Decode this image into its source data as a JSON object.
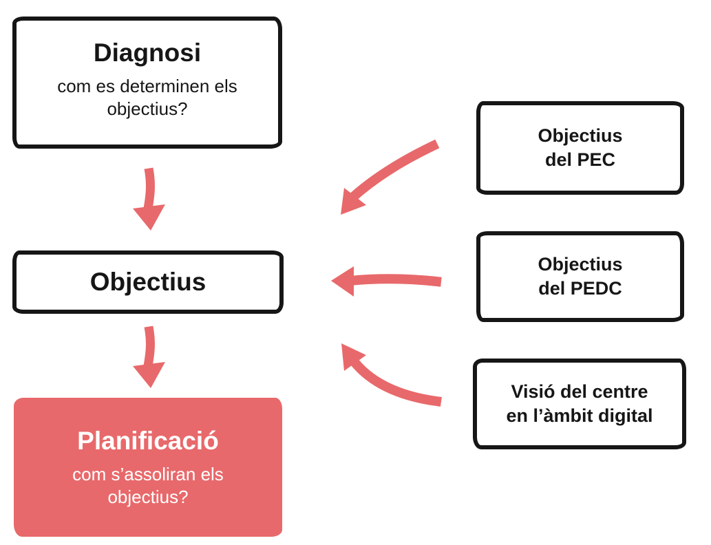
{
  "colors": {
    "accent": "#e8696b",
    "ink": "#161616",
    "page_bg": "#ffffff",
    "box_bg": "#ffffff",
    "text_on_accent": "#ffffff"
  },
  "left_column": {
    "diagnosi": {
      "title": "Diagnosi",
      "subtitle": "com es determinen els objectius?"
    },
    "objectius": {
      "title": "Objectius"
    },
    "planificacio": {
      "title": "Planificació",
      "subtitle": "com s’assoliran els objectius?"
    }
  },
  "right_column": {
    "pec": {
      "line1": "Objectius",
      "line2": "del PEC"
    },
    "pedc": {
      "line1": "Objectius",
      "line2": "del PEDC"
    },
    "visio": {
      "line1": "Visió del centre",
      "line2": "en l’àmbit digital"
    }
  },
  "arrows": [
    {
      "name": "diagnosi-to-objectius",
      "direction": "down"
    },
    {
      "name": "objectius-to-planificacio",
      "direction": "down"
    },
    {
      "name": "pec-to-objectius",
      "direction": "curved-down-left"
    },
    {
      "name": "pedc-to-objectius",
      "direction": "left"
    },
    {
      "name": "visio-to-objectius",
      "direction": "curved-up-left"
    }
  ]
}
